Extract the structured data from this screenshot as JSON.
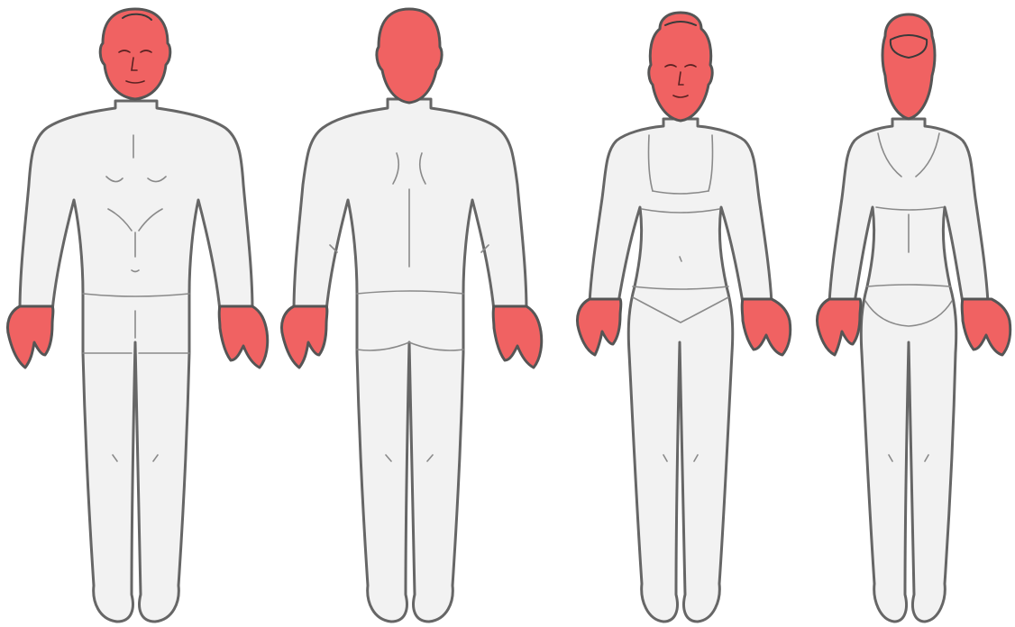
{
  "colors": {
    "highlight": "#f06262",
    "skin": "#f2f2f2",
    "outline": "#666666",
    "background": "#ffffff"
  },
  "figures": [
    {
      "view": "male-front",
      "highlighted_regions": [
        "head",
        "left-hand",
        "right-hand"
      ]
    },
    {
      "view": "male-back",
      "highlighted_regions": [
        "head",
        "left-hand",
        "right-hand"
      ]
    },
    {
      "view": "female-front",
      "highlighted_regions": [
        "head",
        "left-hand",
        "right-hand"
      ]
    },
    {
      "view": "female-back",
      "highlighted_regions": [
        "head",
        "left-hand",
        "right-hand"
      ]
    }
  ]
}
